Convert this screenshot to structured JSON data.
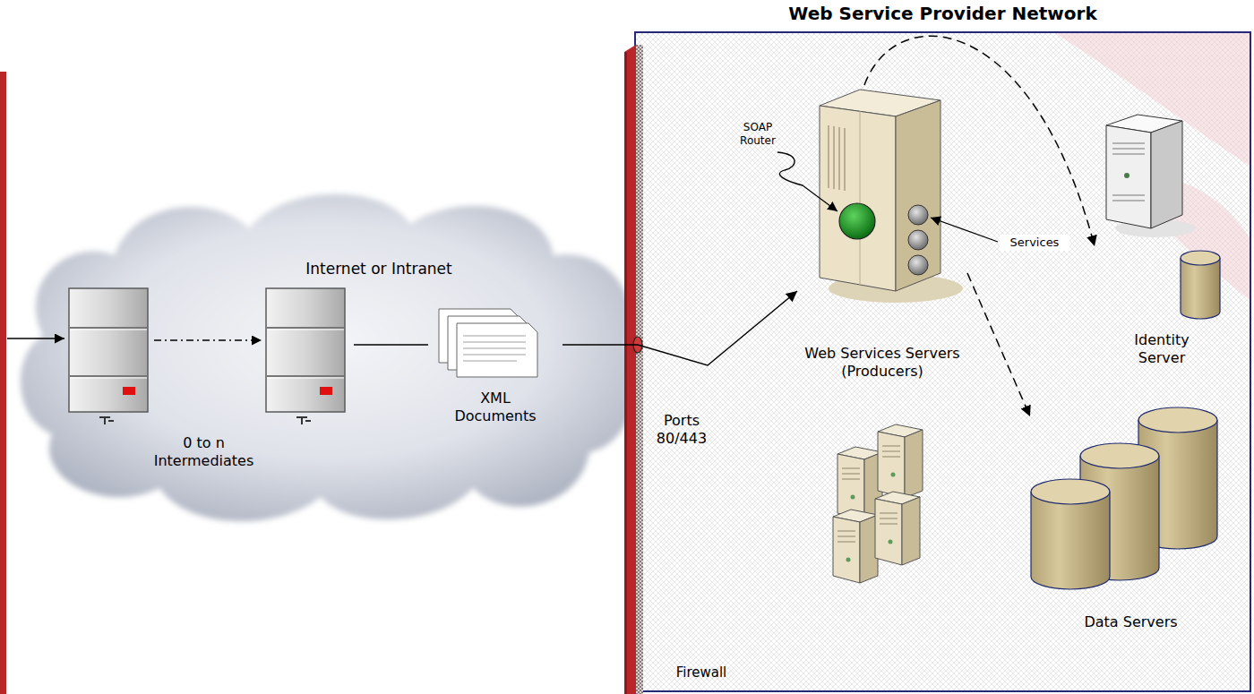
{
  "diagram": {
    "nodes": [
      {
        "text": [
          "Internet or Intranet"
        ]
      },
      {
        "text": [
          "0 to n Intermediates"
        ],
        "in": 0
      },
      {
        "text": [
          "XML Documents"
        ],
        "in": 0
      },
      {
        "text": [
          "Web Service Provider Network"
        ]
      },
      {
        "text": [
          "Web Services Servers (Producers)"
        ],
        "in": 3
      },
      {
        "text": [
          "Identity Server"
        ],
        "in": 3
      },
      {
        "text": [
          "Data Servers"
        ],
        "in": 3
      }
    ],
    "edges": [
      {
        "from": 1,
        "to": 2,
        "arrow": "none"
      },
      {
        "from": 2,
        "to": 4,
        "arrow": "to"
      },
      {
        "from": 4,
        "to": 5,
        "arrow": "to"
      },
      {
        "from": 4,
        "to": 6,
        "arrow": "to"
      }
    ],
    "labels": [
      "Ports 80/443",
      "SOAP Router",
      "Services",
      "Firewall"
    ]
  }
}
